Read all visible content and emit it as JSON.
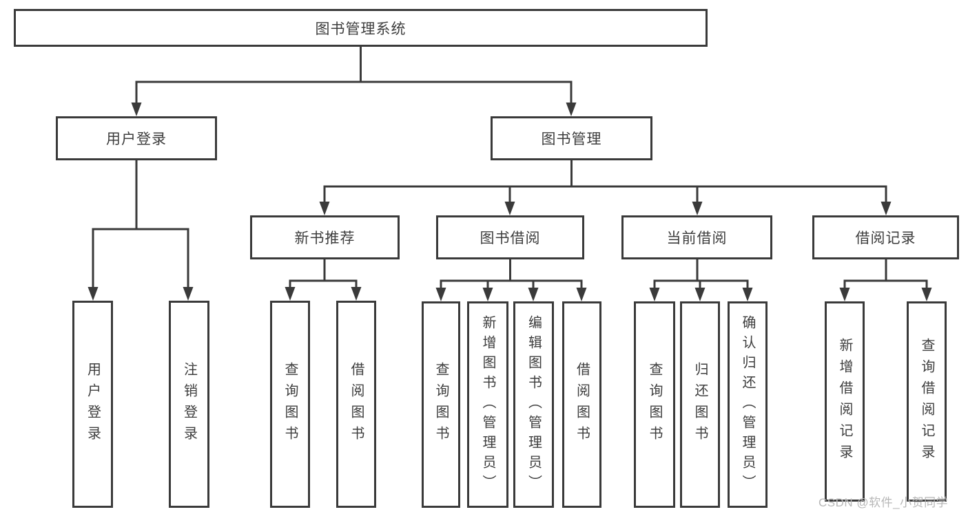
{
  "diagram_title": "图书管理系统",
  "hierarchy": {
    "label": "图书管理系统",
    "children": [
      {
        "label": "用户登录",
        "children": [
          {
            "label": "用户登录"
          },
          {
            "label": "注销登录"
          }
        ]
      },
      {
        "label": "图书管理",
        "children": [
          {
            "label": "新书推荐",
            "children": [
              {
                "label": "查询图书"
              },
              {
                "label": "借阅图书"
              }
            ]
          },
          {
            "label": "图书借阅",
            "children": [
              {
                "label": "查询图书"
              },
              {
                "label": "新增图书（管理员）"
              },
              {
                "label": "编辑图书（管理员）"
              },
              {
                "label": "借阅图书"
              }
            ]
          },
          {
            "label": "当前借阅",
            "children": [
              {
                "label": "查询图书"
              },
              {
                "label": "归还图书"
              },
              {
                "label": "确认归还（管理员）"
              }
            ]
          },
          {
            "label": "借阅记录",
            "children": [
              {
                "label": "新增借阅记录"
              },
              {
                "label": "查询借阅记录"
              }
            ]
          }
        ]
      }
    ]
  },
  "watermark": "CSDN @软件_小贺同学",
  "colors": {
    "line": "#3a3a3a",
    "box_border": "#3a3a3a",
    "text": "#3d3d3d",
    "background": "#ffffff",
    "watermark": "#b7b7b7"
  }
}
